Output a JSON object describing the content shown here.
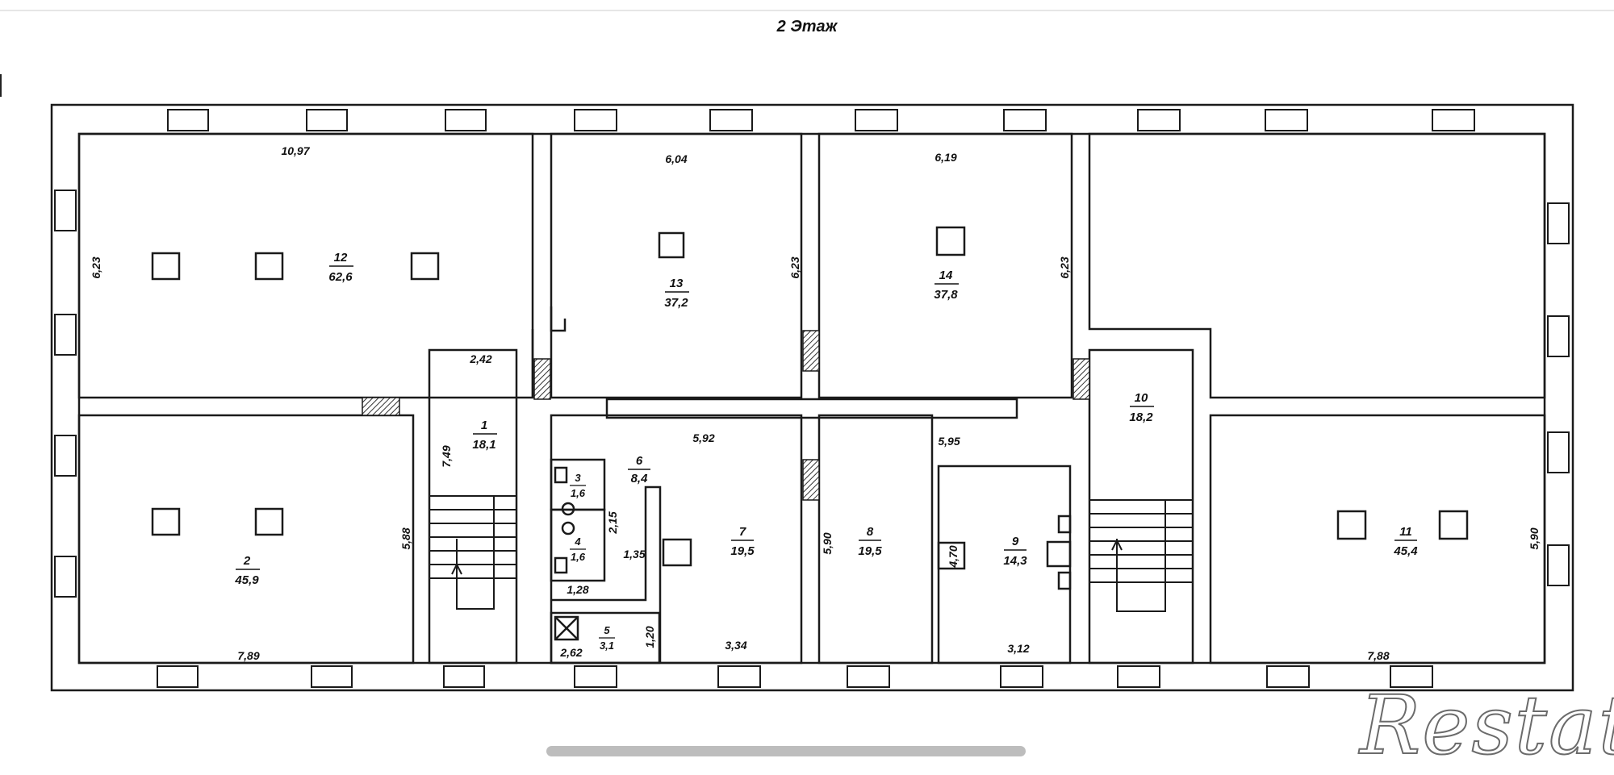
{
  "title": "2 Этаж",
  "watermark": "Restate",
  "rooms": [
    {
      "id": "12",
      "area": "62,6"
    },
    {
      "id": "13",
      "area": "37,2"
    },
    {
      "id": "14",
      "area": "37,8"
    },
    {
      "id": "1",
      "area": "18,1"
    },
    {
      "id": "10",
      "area": "18,2"
    },
    {
      "id": "2",
      "area": "45,9"
    },
    {
      "id": "6",
      "area": "8,4"
    },
    {
      "id": "3",
      "area": "1,6"
    },
    {
      "id": "4",
      "area": "1,6"
    },
    {
      "id": "5",
      "area": "3,1"
    },
    {
      "id": "7",
      "area": "19,5"
    },
    {
      "id": "8",
      "area": "19,5"
    },
    {
      "id": "9",
      "area": "14,3"
    },
    {
      "id": "11",
      "area": "45,4"
    }
  ],
  "dimensions": [
    "10,97",
    "6,23",
    "6,04",
    "6,23",
    "6,19",
    "6,23",
    "2,42",
    "7,49",
    "5,88",
    "7,89",
    "5,92",
    "2,15",
    "1,35",
    "1,28",
    "2,62",
    "1,20",
    "3,34",
    "5,90",
    "5,95",
    "4,70",
    "3,12",
    "7,88",
    "5,90"
  ],
  "colors": {
    "wall": "#1a1a1a",
    "background": "#ffffff",
    "hatch": "#333333",
    "scrollbar": "#bdbdbd"
  }
}
